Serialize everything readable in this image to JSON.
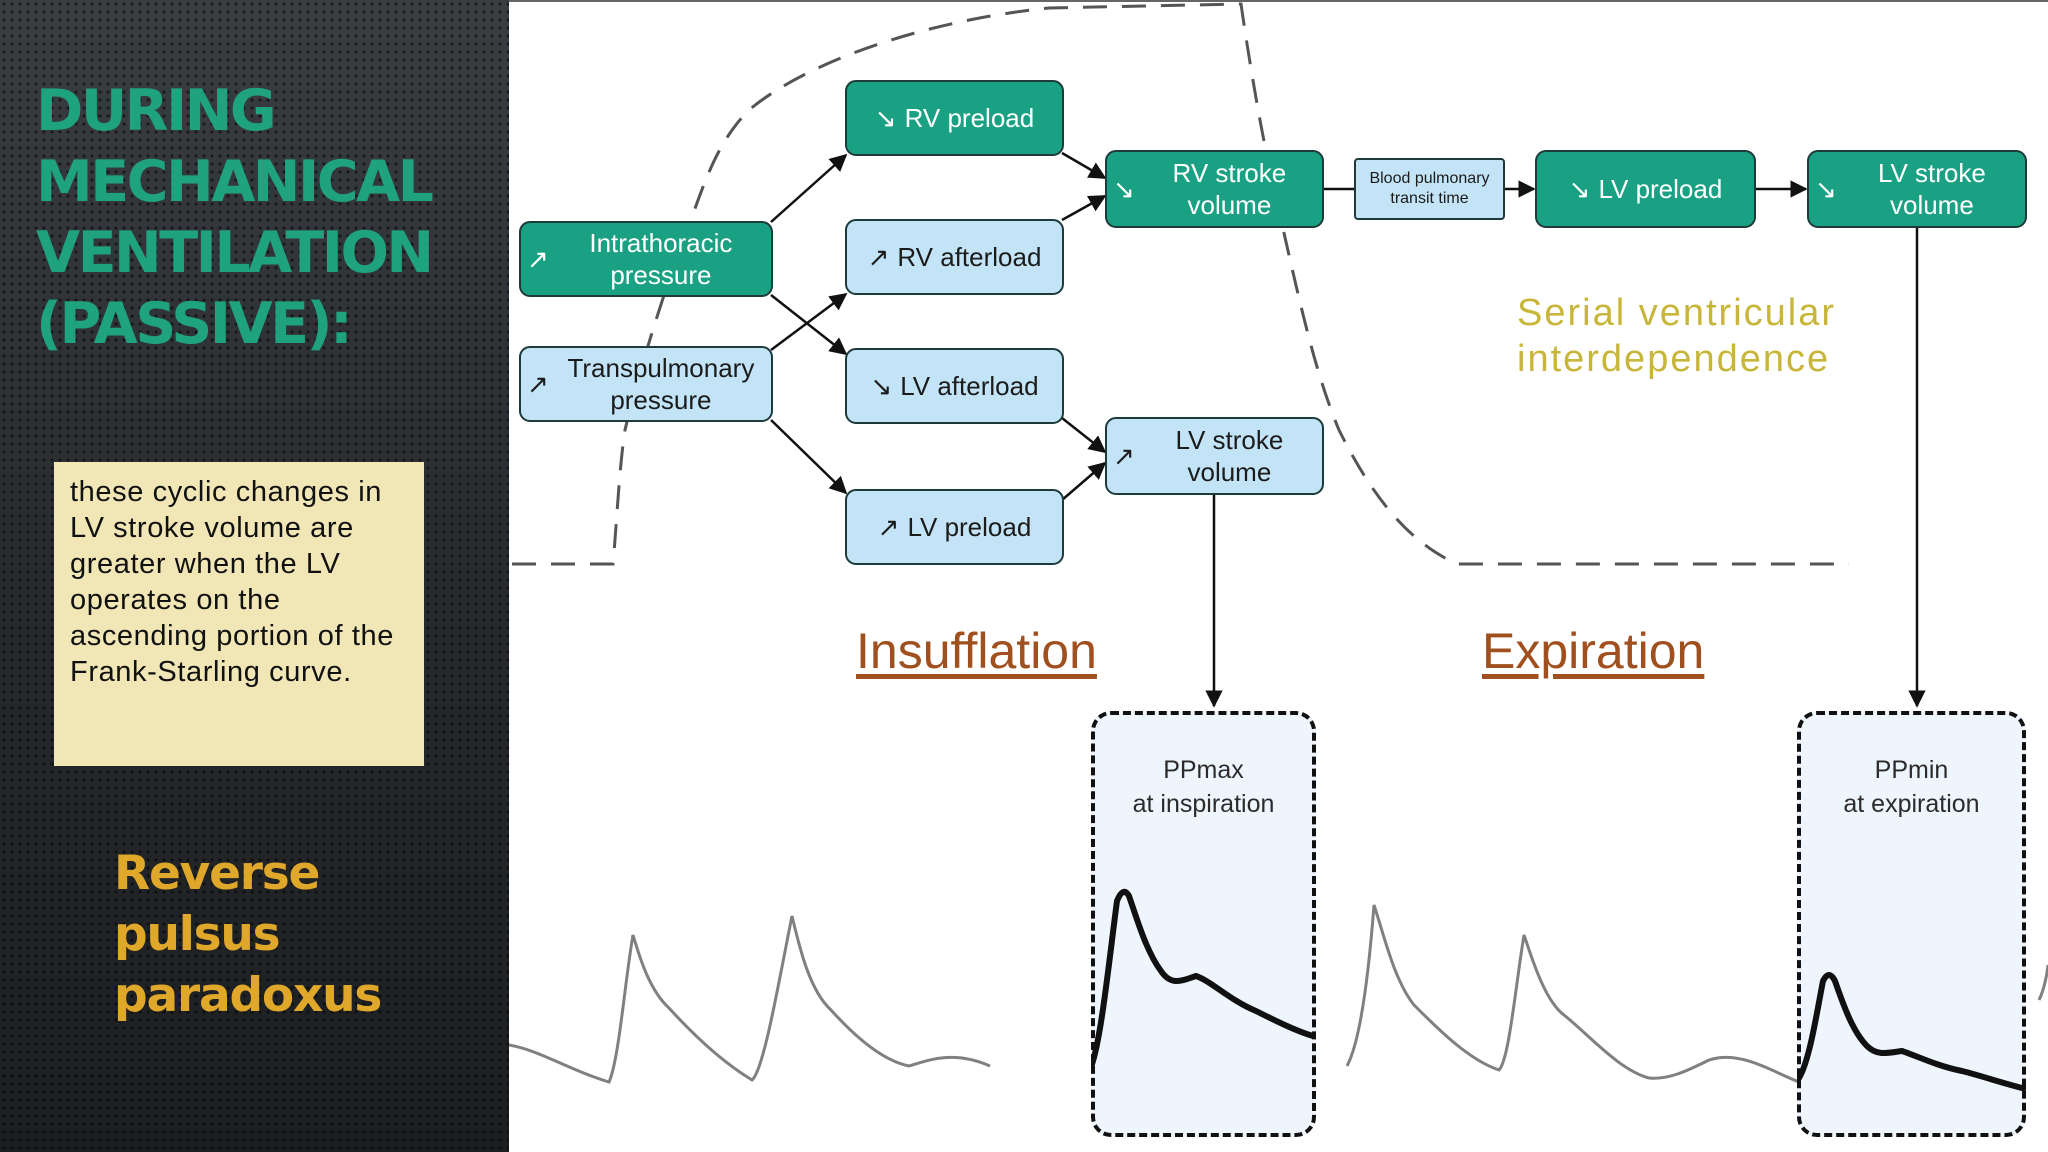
{
  "slide": {
    "title": "DURING MECHANICAL VENTILATION (PASSIVE):",
    "note": "these cyclic changes in LV stroke volume are greater when the LV operates on the ascending portion of the Frank-Starling curve.",
    "highlight": "Reverse pulsus paradoxus"
  },
  "diagram": {
    "nodes": {
      "intrathoracic": {
        "arrow": "↗",
        "label": "Intrathoracic pressure"
      },
      "transpulmonary": {
        "arrow": "↗",
        "label": "Transpulmonary pressure"
      },
      "rv_preload": {
        "arrow": "↘",
        "label": "RV preload"
      },
      "rv_afterload": {
        "arrow": "↗",
        "label": "RV afterload"
      },
      "lv_afterload": {
        "arrow": "↘",
        "label": "LV afterload"
      },
      "lv_preload_insp": {
        "arrow": "↗",
        "label": "LV preload"
      },
      "rv_stroke": {
        "arrow": "↘",
        "label": "RV stroke volume"
      },
      "lv_stroke_insp": {
        "arrow": "↗",
        "label": "LV stroke volume"
      },
      "transit": {
        "label": "Blood pulmonary transit time"
      },
      "lv_preload_exp": {
        "arrow": "↘",
        "label": "LV preload"
      },
      "lv_stroke_exp": {
        "arrow": "↘",
        "label": "LV stroke volume"
      }
    },
    "phases": {
      "insufflation": "Insufflation",
      "expiration": "Expiration"
    },
    "serial_label": "Serial ventricular interdependence",
    "pp_max": {
      "line1": "PPmax",
      "line2": "at inspiration"
    },
    "pp_min": {
      "line1": "PPmin",
      "line2": "at expiration"
    }
  },
  "colors": {
    "title": "#1fa37f",
    "highlight": "#e0a82a",
    "note_bg": "#f1e6b6",
    "green_box": "#1aa183",
    "blue_box": "#c3e4f6",
    "phase_text": "#a0501e",
    "serial_text": "#c8b63a"
  }
}
